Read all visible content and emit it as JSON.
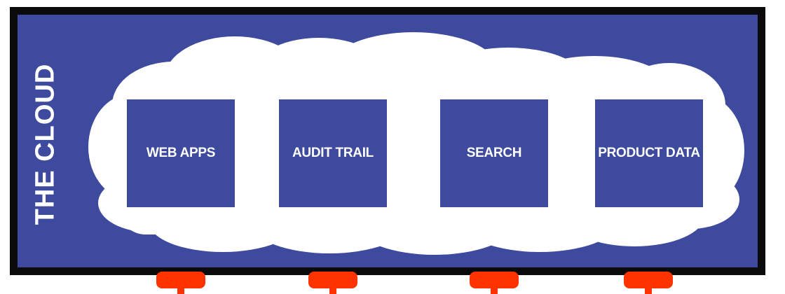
{
  "diagram": {
    "container_label": "THE CLOUD",
    "modules": [
      {
        "label": "WEB APPS"
      },
      {
        "label": "AUDIT TRAIL"
      },
      {
        "label": "SEARCH"
      },
      {
        "label": "PRODUCT DATA"
      }
    ]
  },
  "colors": {
    "panel": "#3d4a9e",
    "border": "#0a0a0a",
    "cloud": "#ffffff",
    "connector": "#ff3300"
  }
}
